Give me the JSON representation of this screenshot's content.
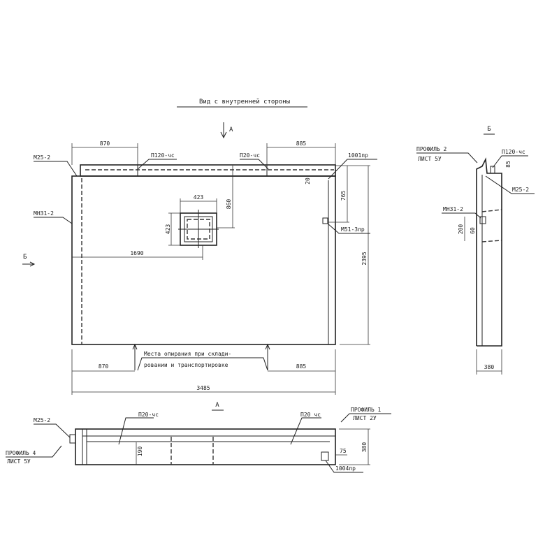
{
  "title": "Вид с внутренней стороны",
  "view_a_marker": "А",
  "view_b_marker": "Б",
  "front_view": {
    "labels": {
      "m25": "М25-2",
      "p120_left": "П120-чс",
      "p120_right": "П20-чс",
      "e1001": "1001пр",
      "mn31": "МН31-2",
      "m51": "М51-3пр"
    },
    "dims": {
      "top_left": "870",
      "top_right": "885",
      "gap": "20",
      "d765": "765",
      "d860": "860",
      "open_w": "423",
      "open_h": "423",
      "d1690": "1690",
      "height": "2395",
      "bottom_left": "870",
      "bottom_right": "885",
      "total": "3485"
    },
    "support_note_line1": "Места опирания при склади-",
    "support_note_line2": "ровании и транспортировке"
  },
  "side_view": {
    "title": "Б",
    "profile_line1": "ПРОФИЛЬ 2",
    "profile_line2": "ЛИСТ 5У",
    "p120": "П120-чс",
    "d85": "85",
    "m25": "М25-2",
    "mn31": "МН31-2",
    "d200": "200",
    "d60": "60",
    "width": "380"
  },
  "plan_view": {
    "title": "А",
    "m25": "М25-2",
    "p120_left": "П20-чс",
    "p120_right": "П20 чс",
    "profile1_line1": "ПРОФИЛЬ 1",
    "profile1_line2": "ЛИСТ 2У",
    "profile4_line1": "ПРОФИЛЬ 4",
    "profile4_line2": "ЛИСТ 5У",
    "d190": "190",
    "d75": "75",
    "d380": "380",
    "e1004": "1004пр"
  }
}
